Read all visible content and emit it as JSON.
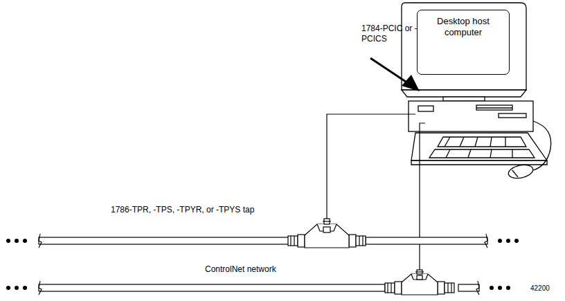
{
  "diagram": {
    "nodes": [
      {
        "text": [
          "Desktop host computer"
        ]
      }
    ],
    "labels": [
      "1784-PCIC or -PCICS",
      "1786-TPR, -TPS, -TPYR, or -TPYS tap",
      "ControlNet network",
      "42200"
    ]
  }
}
